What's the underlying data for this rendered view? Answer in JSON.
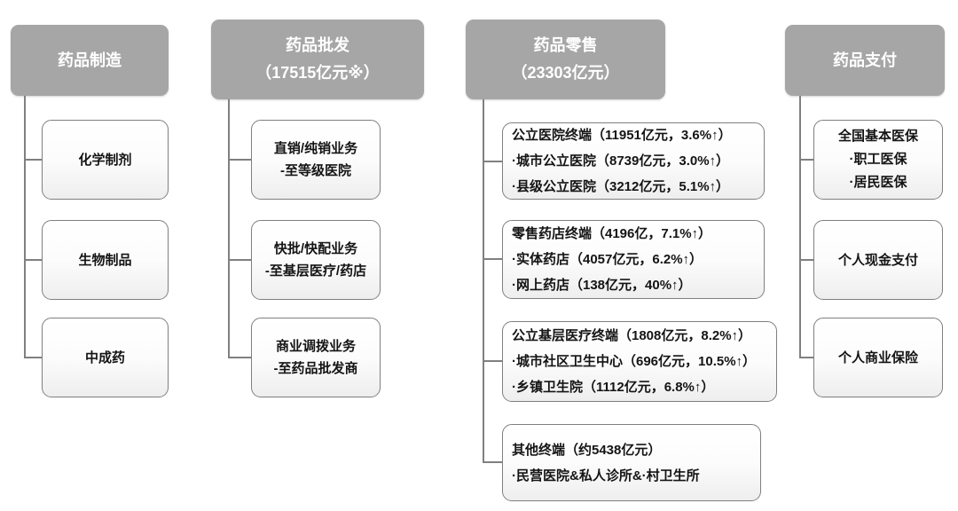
{
  "diagram": {
    "title_semantic": "pharma-industry-chain",
    "colors": {
      "header_fill": "#a6a6a6",
      "header_text": "#ffffff",
      "box_border": "#7f7f7f",
      "box_text": "#141414",
      "connector": "#808080",
      "background": "#ffffff"
    },
    "columns": [
      {
        "header": {
          "title": "药品制造"
        },
        "children": [
          {
            "lines": [
              "化学制剂"
            ]
          },
          {
            "lines": [
              "生物制品"
            ]
          },
          {
            "lines": [
              "中成药"
            ]
          }
        ]
      },
      {
        "header": {
          "title": "药品批发",
          "subtitle": "（17515亿元※）"
        },
        "children": [
          {
            "lines": [
              "直销/纯销业务",
              "-至等级医院"
            ]
          },
          {
            "lines": [
              "快批/快配业务",
              "-至基层医疗/药店"
            ]
          },
          {
            "lines": [
              "商业调拨业务",
              "-至药品批发商"
            ]
          }
        ]
      },
      {
        "header": {
          "title": "药品零售",
          "subtitle": "（23303亿元）"
        },
        "children": [
          {
            "lines": [
              "公立医院终端（11951亿元，3.6%↑）",
              "·城市公立医院（8739亿元，3.0%↑）",
              "·县级公立医院（3212亿元，5.1%↑）"
            ]
          },
          {
            "lines": [
              "零售药店终端（4196亿，7.1%↑）",
              "·实体药店（4057亿元，6.2%↑）",
              "·网上药店（138亿元，40%↑）"
            ]
          },
          {
            "lines": [
              "公立基层医疗终端（1808亿元，8.2%↑）",
              "·城市社区卫生中心（696亿元，10.5%↑）",
              "·乡镇卫生院（1112亿元，6.8%↑）"
            ]
          },
          {
            "lines": [
              "其他终端（约5438亿元）",
              "·民营医院&私人诊所&·村卫生所"
            ]
          }
        ]
      },
      {
        "header": {
          "title": "药品支付"
        },
        "children": [
          {
            "lines": [
              "全国基本医保",
              "·职工医保",
              "·居民医保"
            ]
          },
          {
            "lines": [
              "个人现金支付"
            ]
          },
          {
            "lines": [
              "个人商业保险"
            ]
          }
        ]
      }
    ]
  }
}
